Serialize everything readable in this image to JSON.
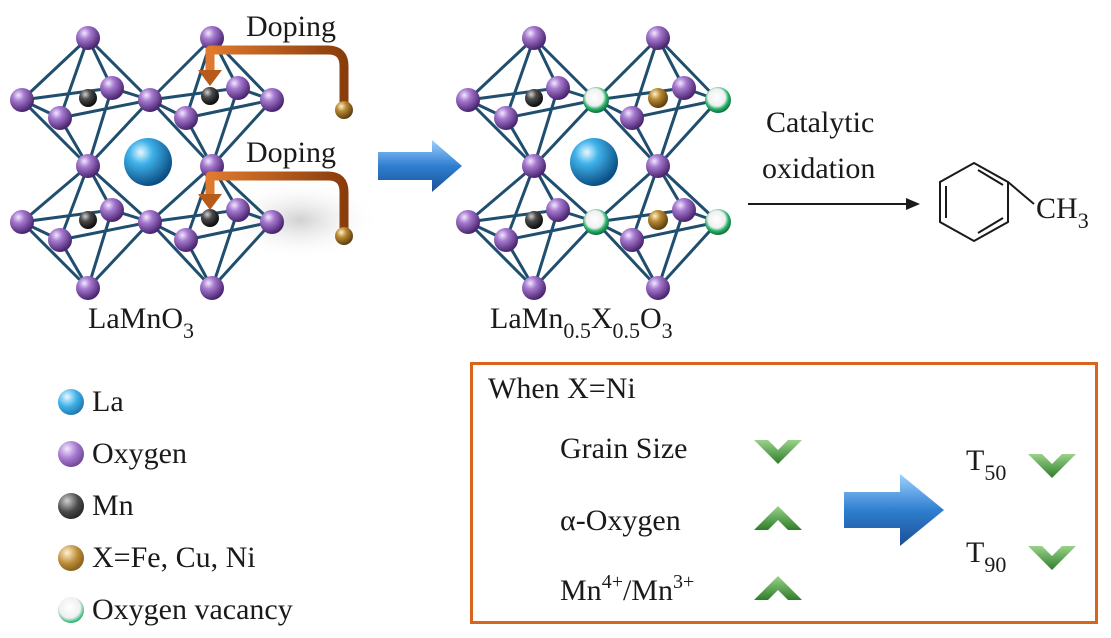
{
  "crystal_left": {
    "label": {
      "main": "LaMnO",
      "sub": "3"
    },
    "doping_label_1": "Doping",
    "doping_label_2": "Doping"
  },
  "crystal_right": {
    "label": {
      "p1": "LaMn",
      "s1": "0.5",
      "p2": "X",
      "s2": "0.5",
      "p3": "O",
      "s3": "3"
    }
  },
  "reaction": {
    "line1": "Catalytic",
    "line2": "oxidation",
    "product": {
      "main": "CH",
      "sub": "3"
    }
  },
  "legend": [
    {
      "label": "La",
      "color": "#2a9fd8",
      "icon": "la-ball-icon"
    },
    {
      "label": "Oxygen",
      "color": "#8a5bb5",
      "icon": "oxygen-ball-icon"
    },
    {
      "label": "Mn",
      "color": "#3a3a3a",
      "icon": "mn-ball-icon"
    },
    {
      "label": "X=Fe, Cu, Ni",
      "color": "#a87b2c",
      "icon": "dopant-ball-icon"
    },
    {
      "label": "Oxygen vacancy",
      "color": "#27b36a",
      "icon": "vacancy-ball-icon"
    }
  ],
  "summary": {
    "title": "When X=Ni",
    "properties": [
      {
        "text": "Grain Size",
        "sup": "",
        "direction": "down"
      },
      {
        "text": "α-Oxygen",
        "sup": "",
        "direction": "up"
      },
      {
        "text": "Mn",
        "sup": "4+",
        "text2": "/Mn",
        "sup2": "3+",
        "direction": "up"
      }
    ],
    "results": [
      {
        "main": "T",
        "sub": "50",
        "direction": "down"
      },
      {
        "main": "T",
        "sub": "90",
        "direction": "down"
      }
    ]
  },
  "colors": {
    "box_border": "#d9651c",
    "chevron": "#3f9a3a",
    "arrow_blue": "#3b8fd9",
    "doping_arrow": "#c8651e"
  }
}
